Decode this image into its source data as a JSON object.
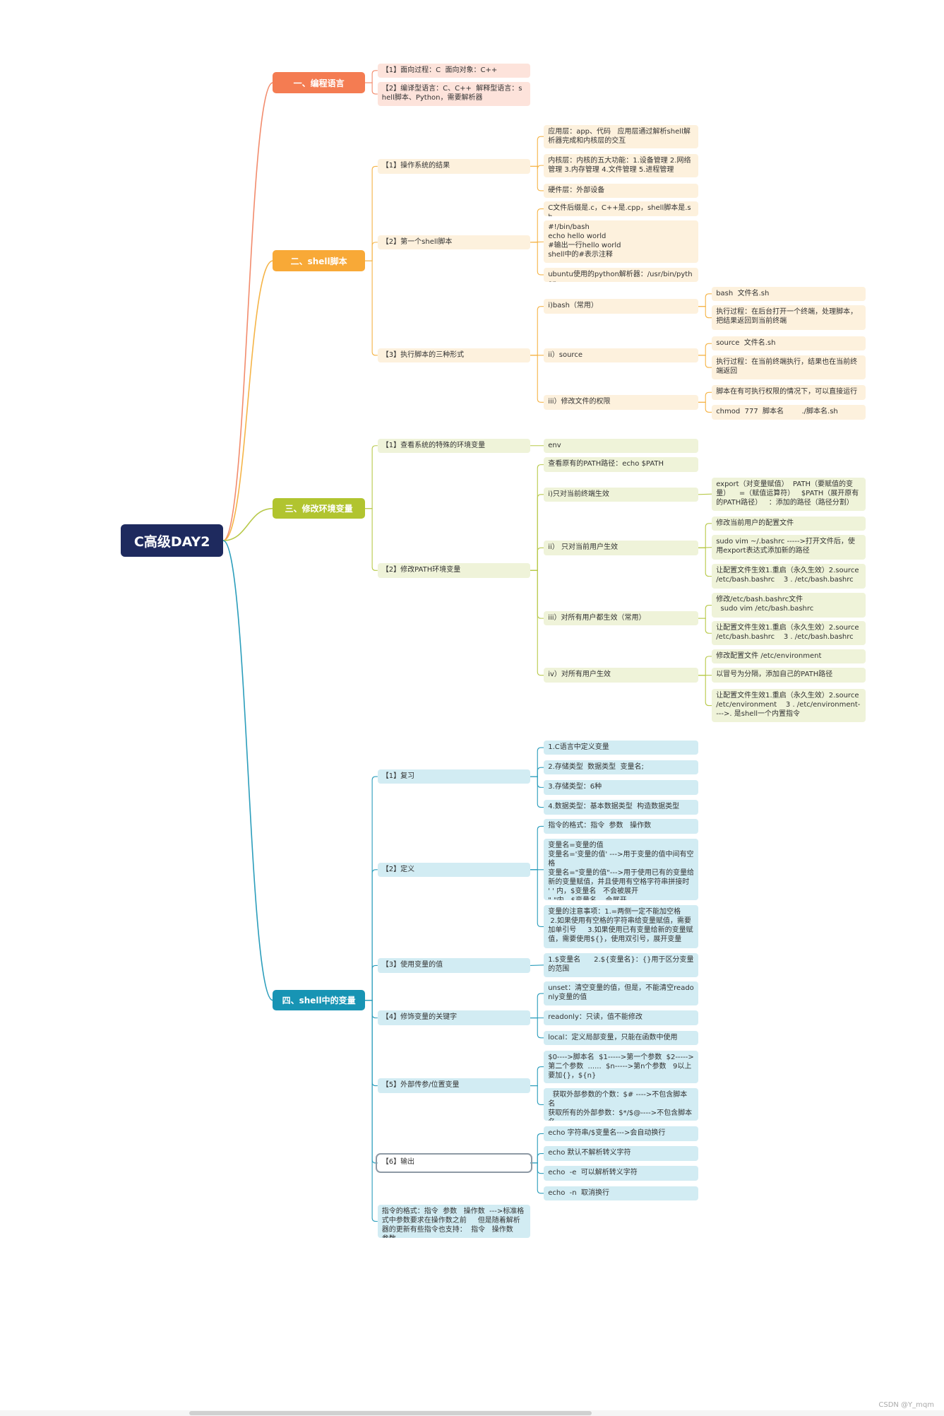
{
  "colors": {
    "root_bg": "#1e2a5e",
    "b1_main": "#f47c52",
    "b1_light": "#fde3db",
    "b1_line": "#f28b6c",
    "b2_main": "#f8a937",
    "b2_light": "#fdf1dd",
    "b2_line": "#f5b447",
    "b3_main": "#b1c42f",
    "b3_light": "#eff3d9",
    "b3_line": "#b8c94a",
    "b4_main": "#1794b4",
    "b4_light": "#d2ecf3",
    "b4_line": "#2a9dbb"
  },
  "root": {
    "label": "C高级DAY2"
  },
  "branches": [
    {
      "label": "一、编程语言",
      "children": [
        {
          "label": "【1】面向过程：C  面向对象：C++",
          "children": []
        },
        {
          "label": "【2】编译型语言：C、C++  解释型语言：shell脚本、Python，需要解析器",
          "children": []
        }
      ]
    },
    {
      "label": "二、shell脚本",
      "children": [
        {
          "label": "【1】操作系统的结果",
          "children": [
            {
              "label": "应用层：app、代码   应用层通过解析shell解析器完成和内核层的交互",
              "children": []
            },
            {
              "label": "内核层：内核的五大功能：1.设备管理 2.网络管理 3.内存管理 4.文件管理 5.进程管理",
              "children": []
            },
            {
              "label": "硬件层：外部设备",
              "children": []
            }
          ]
        },
        {
          "label": "【2】第一个shell脚本",
          "children": [
            {
              "label": "C文件后缀是.c，C++是.cpp，shell脚本是.sh",
              "children": []
            },
            {
              "label": "#!/bin/bash\necho hello world\n#输出一行hello world\nshell中的#表示注释",
              "children": []
            },
            {
              "label": "ubuntu使用的python解析器：/usr/bin/python",
              "children": []
            }
          ]
        },
        {
          "label": "【3】执行脚本的三种形式",
          "children": [
            {
              "label": "i)bash（常用）",
              "children": [
                {
                  "label": "bash  文件名.sh"
                },
                {
                  "label": "执行过程：在后台打开一个终端，处理脚本，把结果返回到当前终端"
                }
              ]
            },
            {
              "label": "ii）source",
              "children": [
                {
                  "label": "source  文件名.sh"
                },
                {
                  "label": "执行过程：在当前终端执行，结果也在当前终端返回"
                }
              ]
            },
            {
              "label": "iii）修改文件的权限",
              "children": [
                {
                  "label": "脚本在有可执行权限的情况下，可以直接运行"
                },
                {
                  "label": "chmod  777  脚本名        ./脚本名.sh"
                }
              ]
            }
          ]
        }
      ]
    },
    {
      "label": "三、修改环境变量",
      "children": [
        {
          "label": "【1】查看系统的特殊的环境变量",
          "children": [
            {
              "label": "env",
              "children": []
            }
          ]
        },
        {
          "label": "【2】修改PATH环境变量",
          "children": [
            {
              "label": "查看原有的PATH路径：echo $PATH",
              "children": []
            },
            {
              "label": "i)只对当前终端生效",
              "children": [
                {
                  "label": "export（对变量赋值）  PATH（要赋值的变量）    =（赋值运算符）   $PATH（展开原有的PATH路径）   ：添加的路径（路径分割）"
                }
              ]
            },
            {
              "label": "ii） 只对当前用户生效",
              "children": [
                {
                  "label": "修改当前用户的配置文件"
                },
                {
                  "label": "sudo vim ~/.bashrc ----->打开文件后，使用export表达式添加新的路径"
                },
                {
                  "label": "让配置文件生效1.重启（永久生效）2.source  /etc/bash.bashrc    3 . /etc/bash.bashrc"
                }
              ]
            },
            {
              "label": "iii）对所有用户都生效（常用）",
              "children": [
                {
                  "label": "修改/etc/bash.bashrc文件\n  sudo vim /etc/bash.bashrc"
                },
                {
                  "label": "让配置文件生效1.重启（永久生效）2.source  /etc/bash.bashrc    3 . /etc/bash.bashrc"
                }
              ]
            },
            {
              "label": "iv）对所有用户生效",
              "children": [
                {
                  "label": "修改配置文件 /etc/environment"
                },
                {
                  "label": "以冒号为分隔，添加自己的PATH路径"
                },
                {
                  "label": "让配置文件生效1.重启（永久生效）2.source  /etc/environment    3 . /etc/environment---->. 是shell一个内置指令"
                }
              ]
            }
          ]
        }
      ]
    },
    {
      "label": "四、shell中的变量",
      "children": [
        {
          "label": "【1】复习",
          "children": [
            {
              "label": "1.C语言中定义变量",
              "children": []
            },
            {
              "label": "2.存储类型  数据类型  变量名;",
              "children": []
            },
            {
              "label": "3.存储类型：6种",
              "children": []
            },
            {
              "label": "4.数据类型：基本数据类型  构造数据类型",
              "children": []
            }
          ]
        },
        {
          "label": "【2】定义",
          "children": [
            {
              "label": "指令的格式：指令  参数   操作数",
              "children": []
            },
            {
              "label": "变量名=变量的值\n变量名='变量的值' --->用于变量的值中间有空格\n变量名=\"变量的值\"--->用于使用已有的变量给新的变量赋值，并且使用有空格字符串拼接时\n' ' 内，$变量名   不会被展开\n\" \"内，$变量名    会展开",
              "children": []
            },
            {
              "label": "变量的注意事项：1.=两侧一定不能加空格\n 2.如果使用有空格的字符串给变量赋值，需要加单引号     3.如果使用已有变量给新的变量赋值，需要使用${}，使用双引号，展开变量",
              "children": []
            }
          ]
        },
        {
          "label": "【3】使用变量的值",
          "children": [
            {
              "label": "1.$变量名      2.${变量名}：{}用于区分变量的范围",
              "children": []
            }
          ]
        },
        {
          "label": "【4】修饰变量的关键字",
          "children": [
            {
              "label": "unset：清空变量的值，但是，不能清空readonly变量的值",
              "children": []
            },
            {
              "label": "readonly：只读，值不能修改",
              "children": []
            },
            {
              "label": "local：定义局部变量，只能在函数中使用",
              "children": []
            }
          ]
        },
        {
          "label": "【5】外部传参/位置变量",
          "children": [
            {
              "label": "$0---->脚本名  $1----->第一个参数  $2----->第二个参数  ......  $n----->第n个参数   9以上要加{}，${n}",
              "children": []
            },
            {
              "label": "  获取外部参数的个数：$# ---->不包含脚本名\n获取所有的外部参数：$*/$@---->不包含脚本名",
              "children": []
            }
          ]
        },
        {
          "label": "【6】输出",
          "children": [
            {
              "label": "echo 字符串/$变量名--->会自动换行",
              "children": []
            },
            {
              "label": "echo 默认不解析转义字符",
              "children": []
            },
            {
              "label": "echo  -e  可以解析转义字符",
              "children": []
            },
            {
              "label": "echo  -n  取消换行",
              "children": []
            }
          ]
        },
        {
          "label": "指令的格式：指令  参数   操作数  --->标准格式中参数要求在操作数之前     但是随着解析器的更新有些指令也支持：  指令   操作数   参数",
          "children": []
        }
      ]
    }
  ],
  "watermark": "CSDN @Y_mqm"
}
